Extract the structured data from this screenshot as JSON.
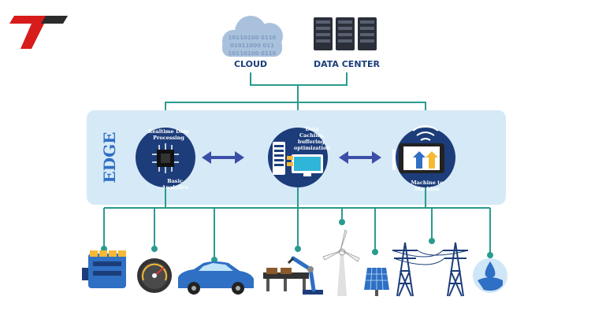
{
  "top": {
    "cloud_label": "CLOUD",
    "cloud_binary": [
      "10110100 0110",
      "01011000 011",
      "10110100 0110"
    ],
    "datacenter_label": "DATA CENTER"
  },
  "edge": {
    "label": "EDGE",
    "nodes": [
      {
        "top_text": [
          "Realtime Data",
          "Processing"
        ],
        "bottom_text": [
          "Basic",
          "Analytics"
        ],
        "icon": "cpu-chip-icon"
      },
      {
        "top_text": [
          "Data",
          "Caching,",
          "buffering,",
          "optimization"
        ],
        "bottom_text": [],
        "icon": "server-monitor-icon"
      },
      {
        "top_text": [],
        "bottom_text": [
          "Machine to",
          "Machine"
        ],
        "icon": "tablet-wifi-icon"
      }
    ]
  },
  "devices": [
    "engine-icon",
    "gauge-icon",
    "car-icon",
    "robot-arm-conveyor-icon",
    "wind-turbine-icon",
    "solar-panel-icon",
    "power-tower-icon",
    "power-tower-icon",
    "water-drop-icon"
  ],
  "colors": {
    "navy": "#1c3d7a",
    "teal": "#2a9b8f",
    "panel": "#d6e9f7",
    "blue": "#2f6fc4",
    "logo_red": "#d81b1b",
    "logo_dark": "#2b2b2b"
  }
}
